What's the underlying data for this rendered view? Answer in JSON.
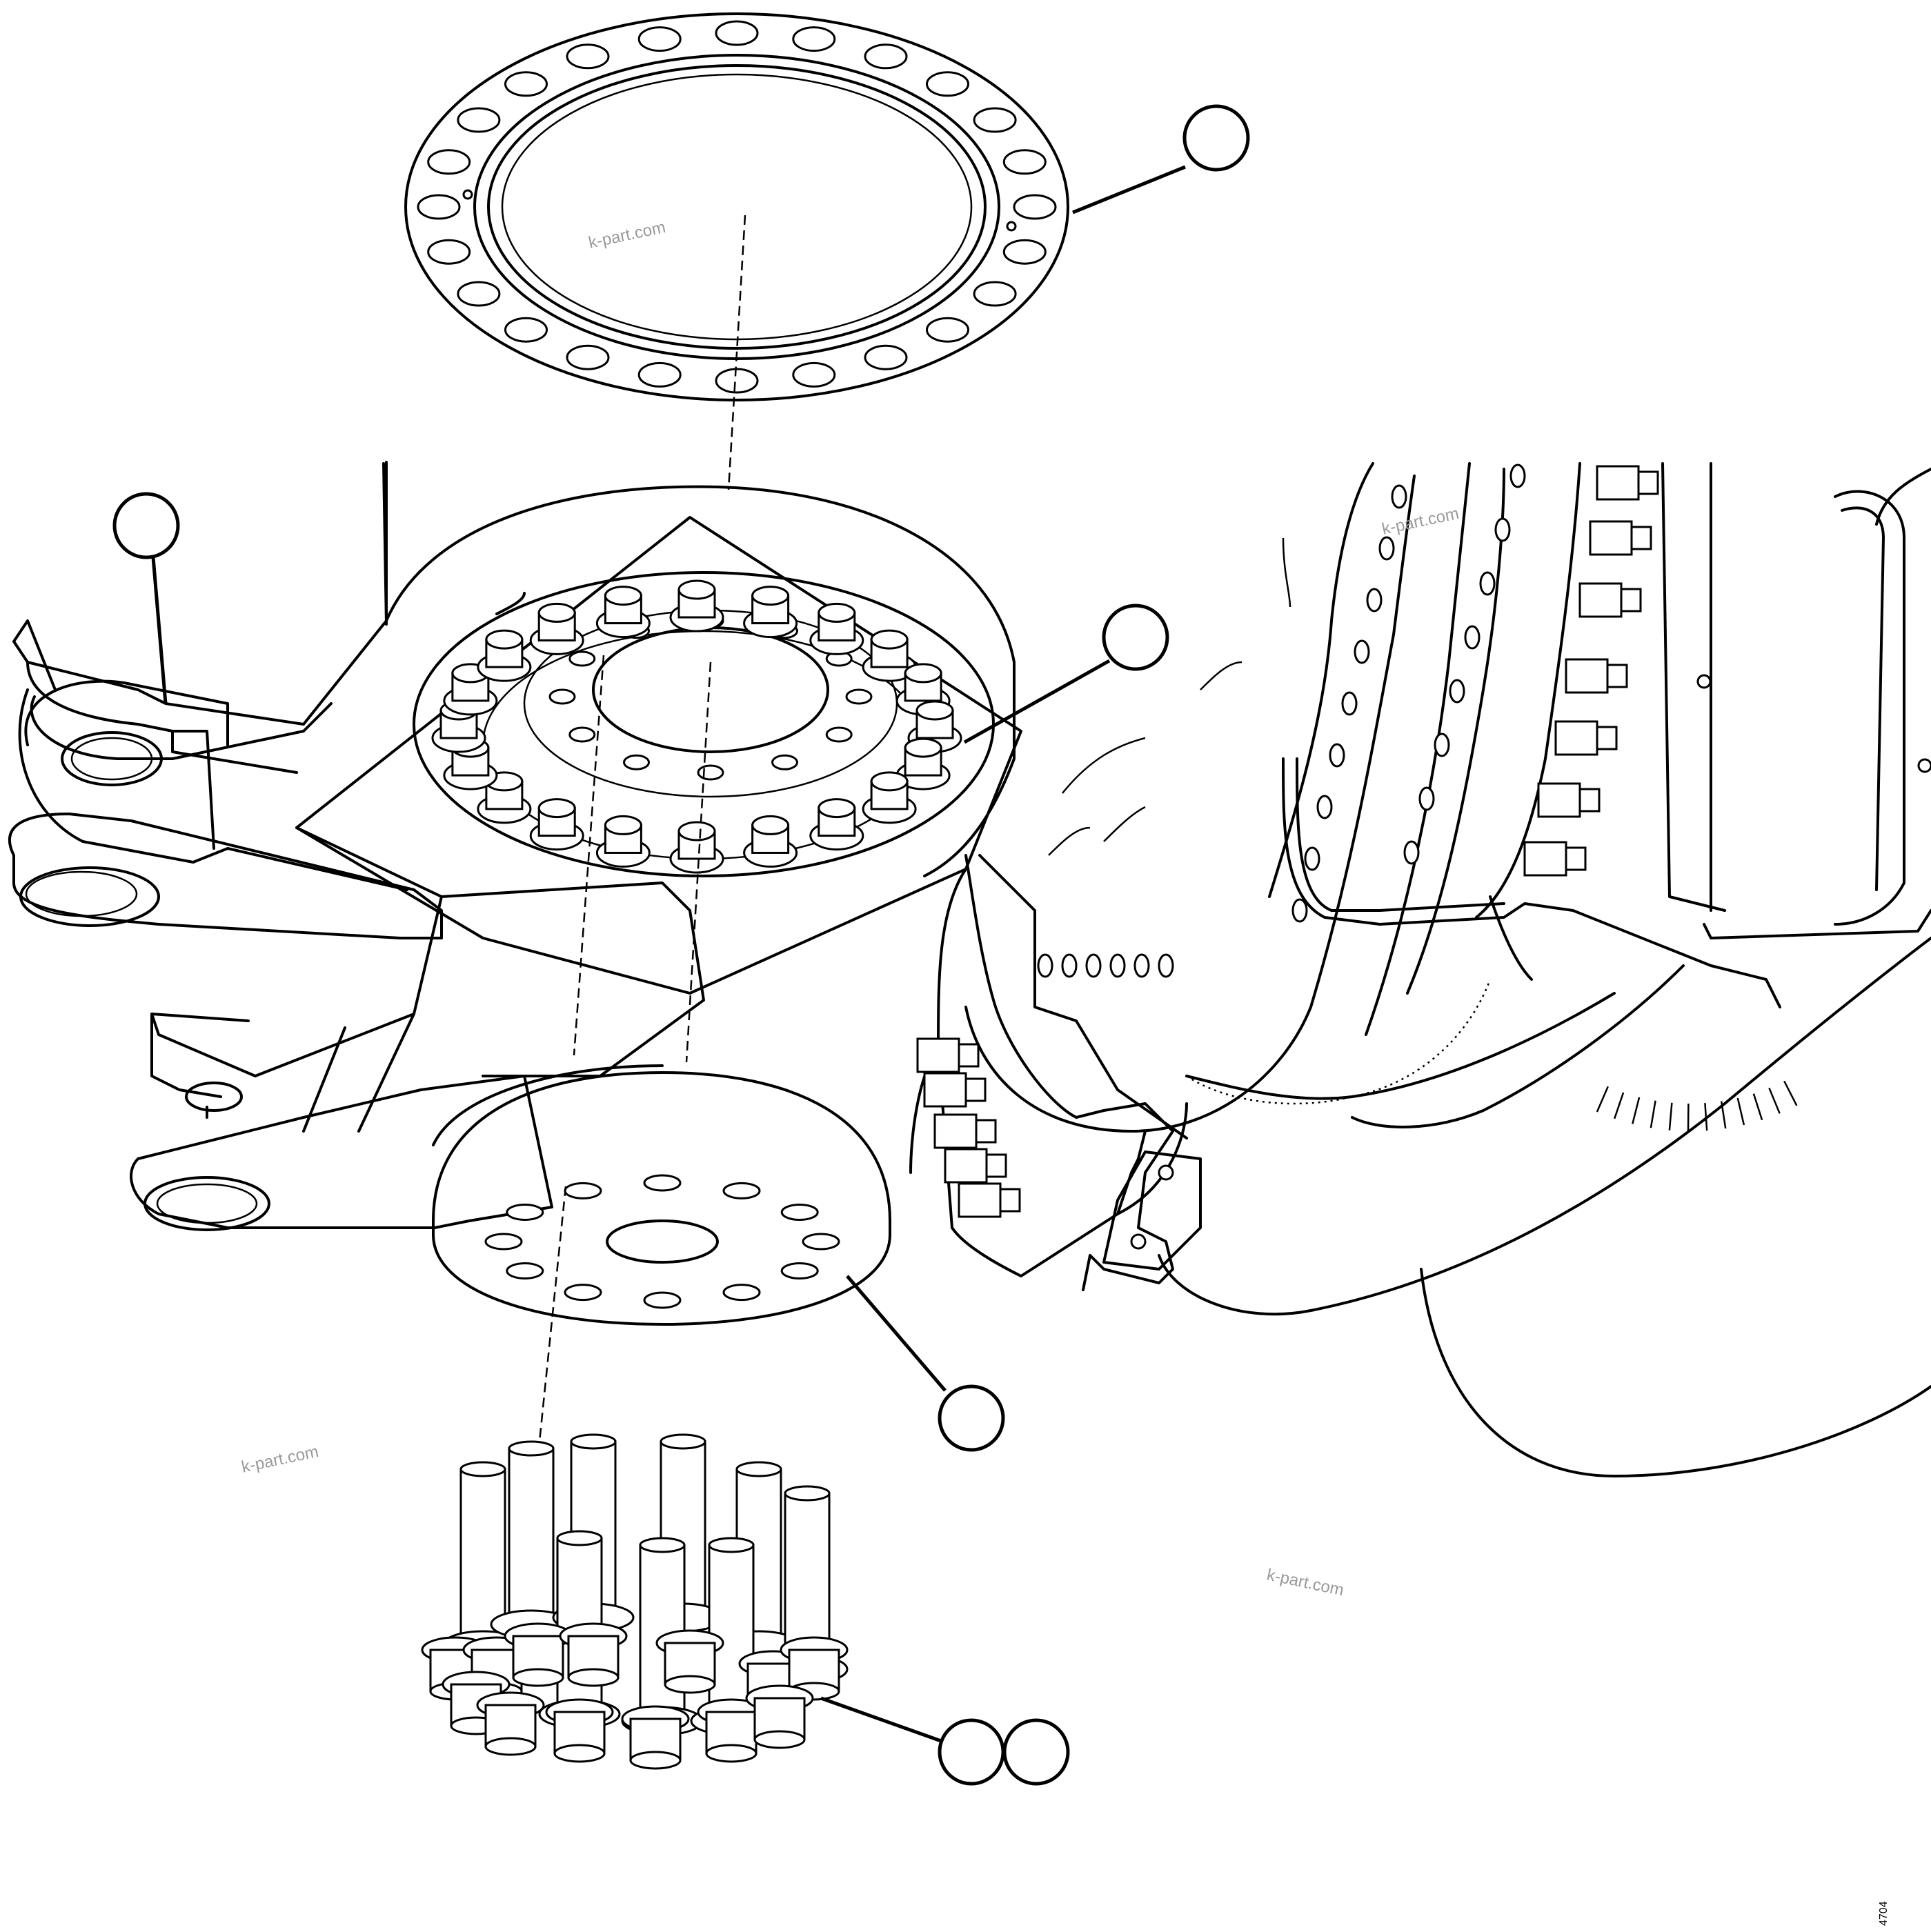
{
  "watermark": "k-part.com",
  "drawing_code": "4704",
  "callouts": [
    {
      "id": "ring-plate",
      "label": ""
    },
    {
      "id": "frame",
      "label": ""
    },
    {
      "id": "bolt-ring",
      "label": ""
    },
    {
      "id": "pin-block",
      "label": ""
    },
    {
      "id": "bolt-set-a",
      "label": ""
    },
    {
      "id": "bolt-set-b",
      "label": ""
    }
  ]
}
